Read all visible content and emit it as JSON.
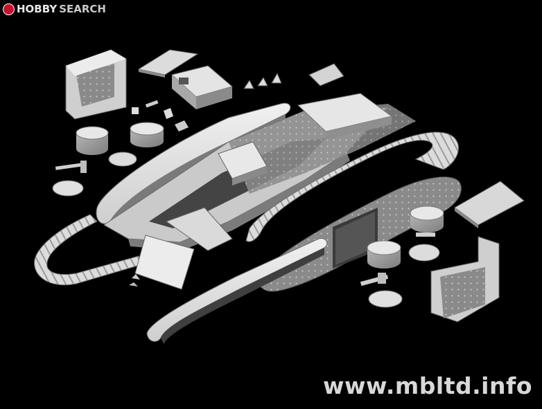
{
  "branding": {
    "logo_text_part1": "HOBBY",
    "logo_text_part2": "SEARCH",
    "watermark": "www.mbltd.info"
  },
  "image": {
    "subject": "exploded 3D render of a WWI rhomboid tank model kit parts",
    "background_color": "#000000",
    "part_color": "#e0e0e0",
    "part_shadow_color": "#8e8e8e",
    "brand_color": "#c9102e"
  }
}
